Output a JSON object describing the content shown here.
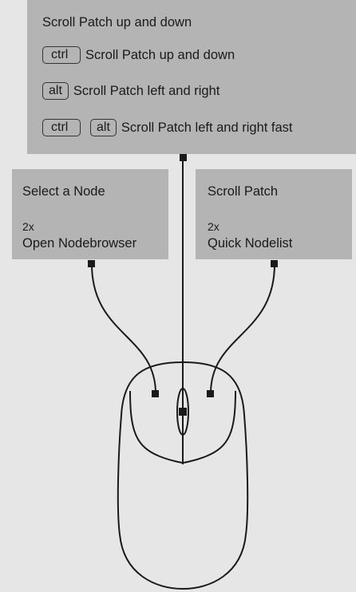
{
  "scroll_panel": {
    "title": "Scroll Patch up and down",
    "rows": [
      {
        "keys": [
          "ctrl"
        ],
        "text": "Scroll Patch up and down"
      },
      {
        "keys": [
          "alt"
        ],
        "text": "Scroll Patch left and right"
      },
      {
        "keys": [
          "ctrl",
          "alt"
        ],
        "text": "Scroll Patch left and right fast"
      }
    ]
  },
  "left_panel": {
    "action": "Select  a Node",
    "multiplier": "2x",
    "double_action": "Open Nodebrowser"
  },
  "right_panel": {
    "action": "Scroll Patch",
    "multiplier": "2x",
    "double_action": "Quick Nodelist"
  },
  "colors": {
    "background": "#e6e6e6",
    "panel": "#b4b4b4",
    "line": "#1a1a1a"
  }
}
